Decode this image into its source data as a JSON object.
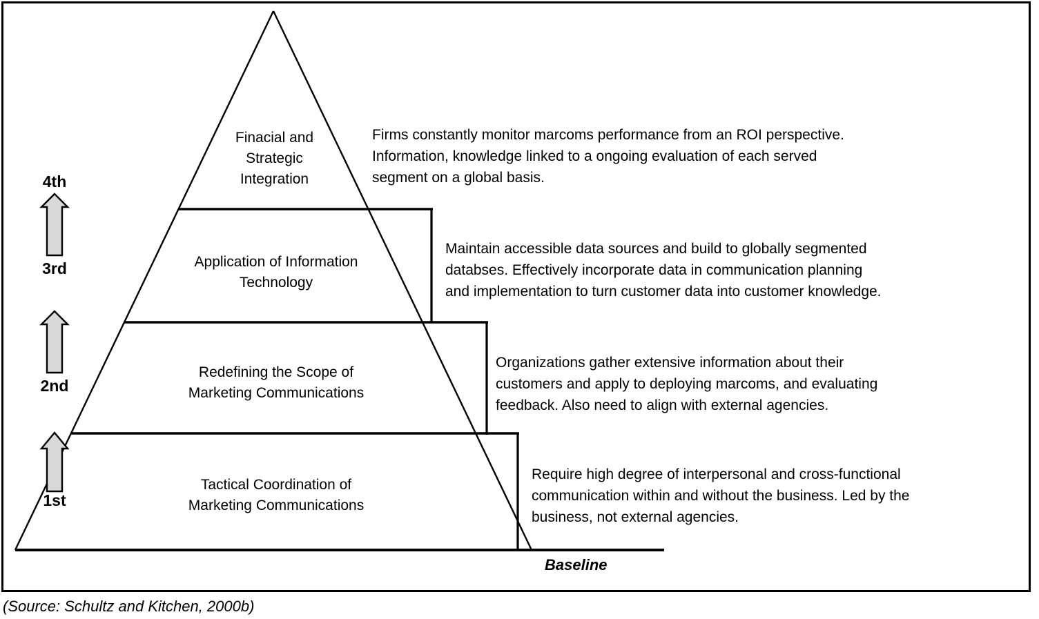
{
  "figure": {
    "type": "pyramid-diagram",
    "baseline_label": "Baseline",
    "source_note": "(Source: Schultz and Kitchen, 2000b)"
  },
  "stages": [
    {
      "ordinal": "1st",
      "tier_label": "Tactical Coordination of\nMarketing Communications",
      "description": "Require high degree of interpersonal and cross-functional\ncommunication within and without the business. Led by the\nbusiness, not external agencies."
    },
    {
      "ordinal": "2nd",
      "tier_label": "Redefining the Scope of\nMarketing Communications",
      "description": "Organizations gather extensive information about their\ncustomers and apply to deploying marcoms, and evaluating\nfeedback. Also need to align with external agencies."
    },
    {
      "ordinal": "3rd",
      "tier_label": "Application of Information\nTechnology",
      "description": "Maintain accessible data sources and build to globally segmented\ndatabses. Effectively incorporate data in communication planning\nand implementation to turn customer data into customer knowledge."
    },
    {
      "ordinal": "4th",
      "tier_label": "Finacial and\nStrategic\nIntegration",
      "description": "Firms constantly monitor marcoms performance from an ROI perspective.\nInformation, knowledge linked to a ongoing evaluation of each served\nsegment on a global basis."
    }
  ],
  "arrows": [
    {
      "name": "arrow-1st-to-2nd",
      "from": "1st",
      "to": "2nd"
    },
    {
      "name": "arrow-2nd-to-3rd",
      "from": "2nd",
      "to": "3rd"
    },
    {
      "name": "arrow-3rd-to-4th",
      "from": "3rd",
      "to": "4th"
    }
  ],
  "colors": {
    "stroke": "#000000",
    "background": "#ffffff",
    "arrow_fill": "#d9d9d9"
  }
}
